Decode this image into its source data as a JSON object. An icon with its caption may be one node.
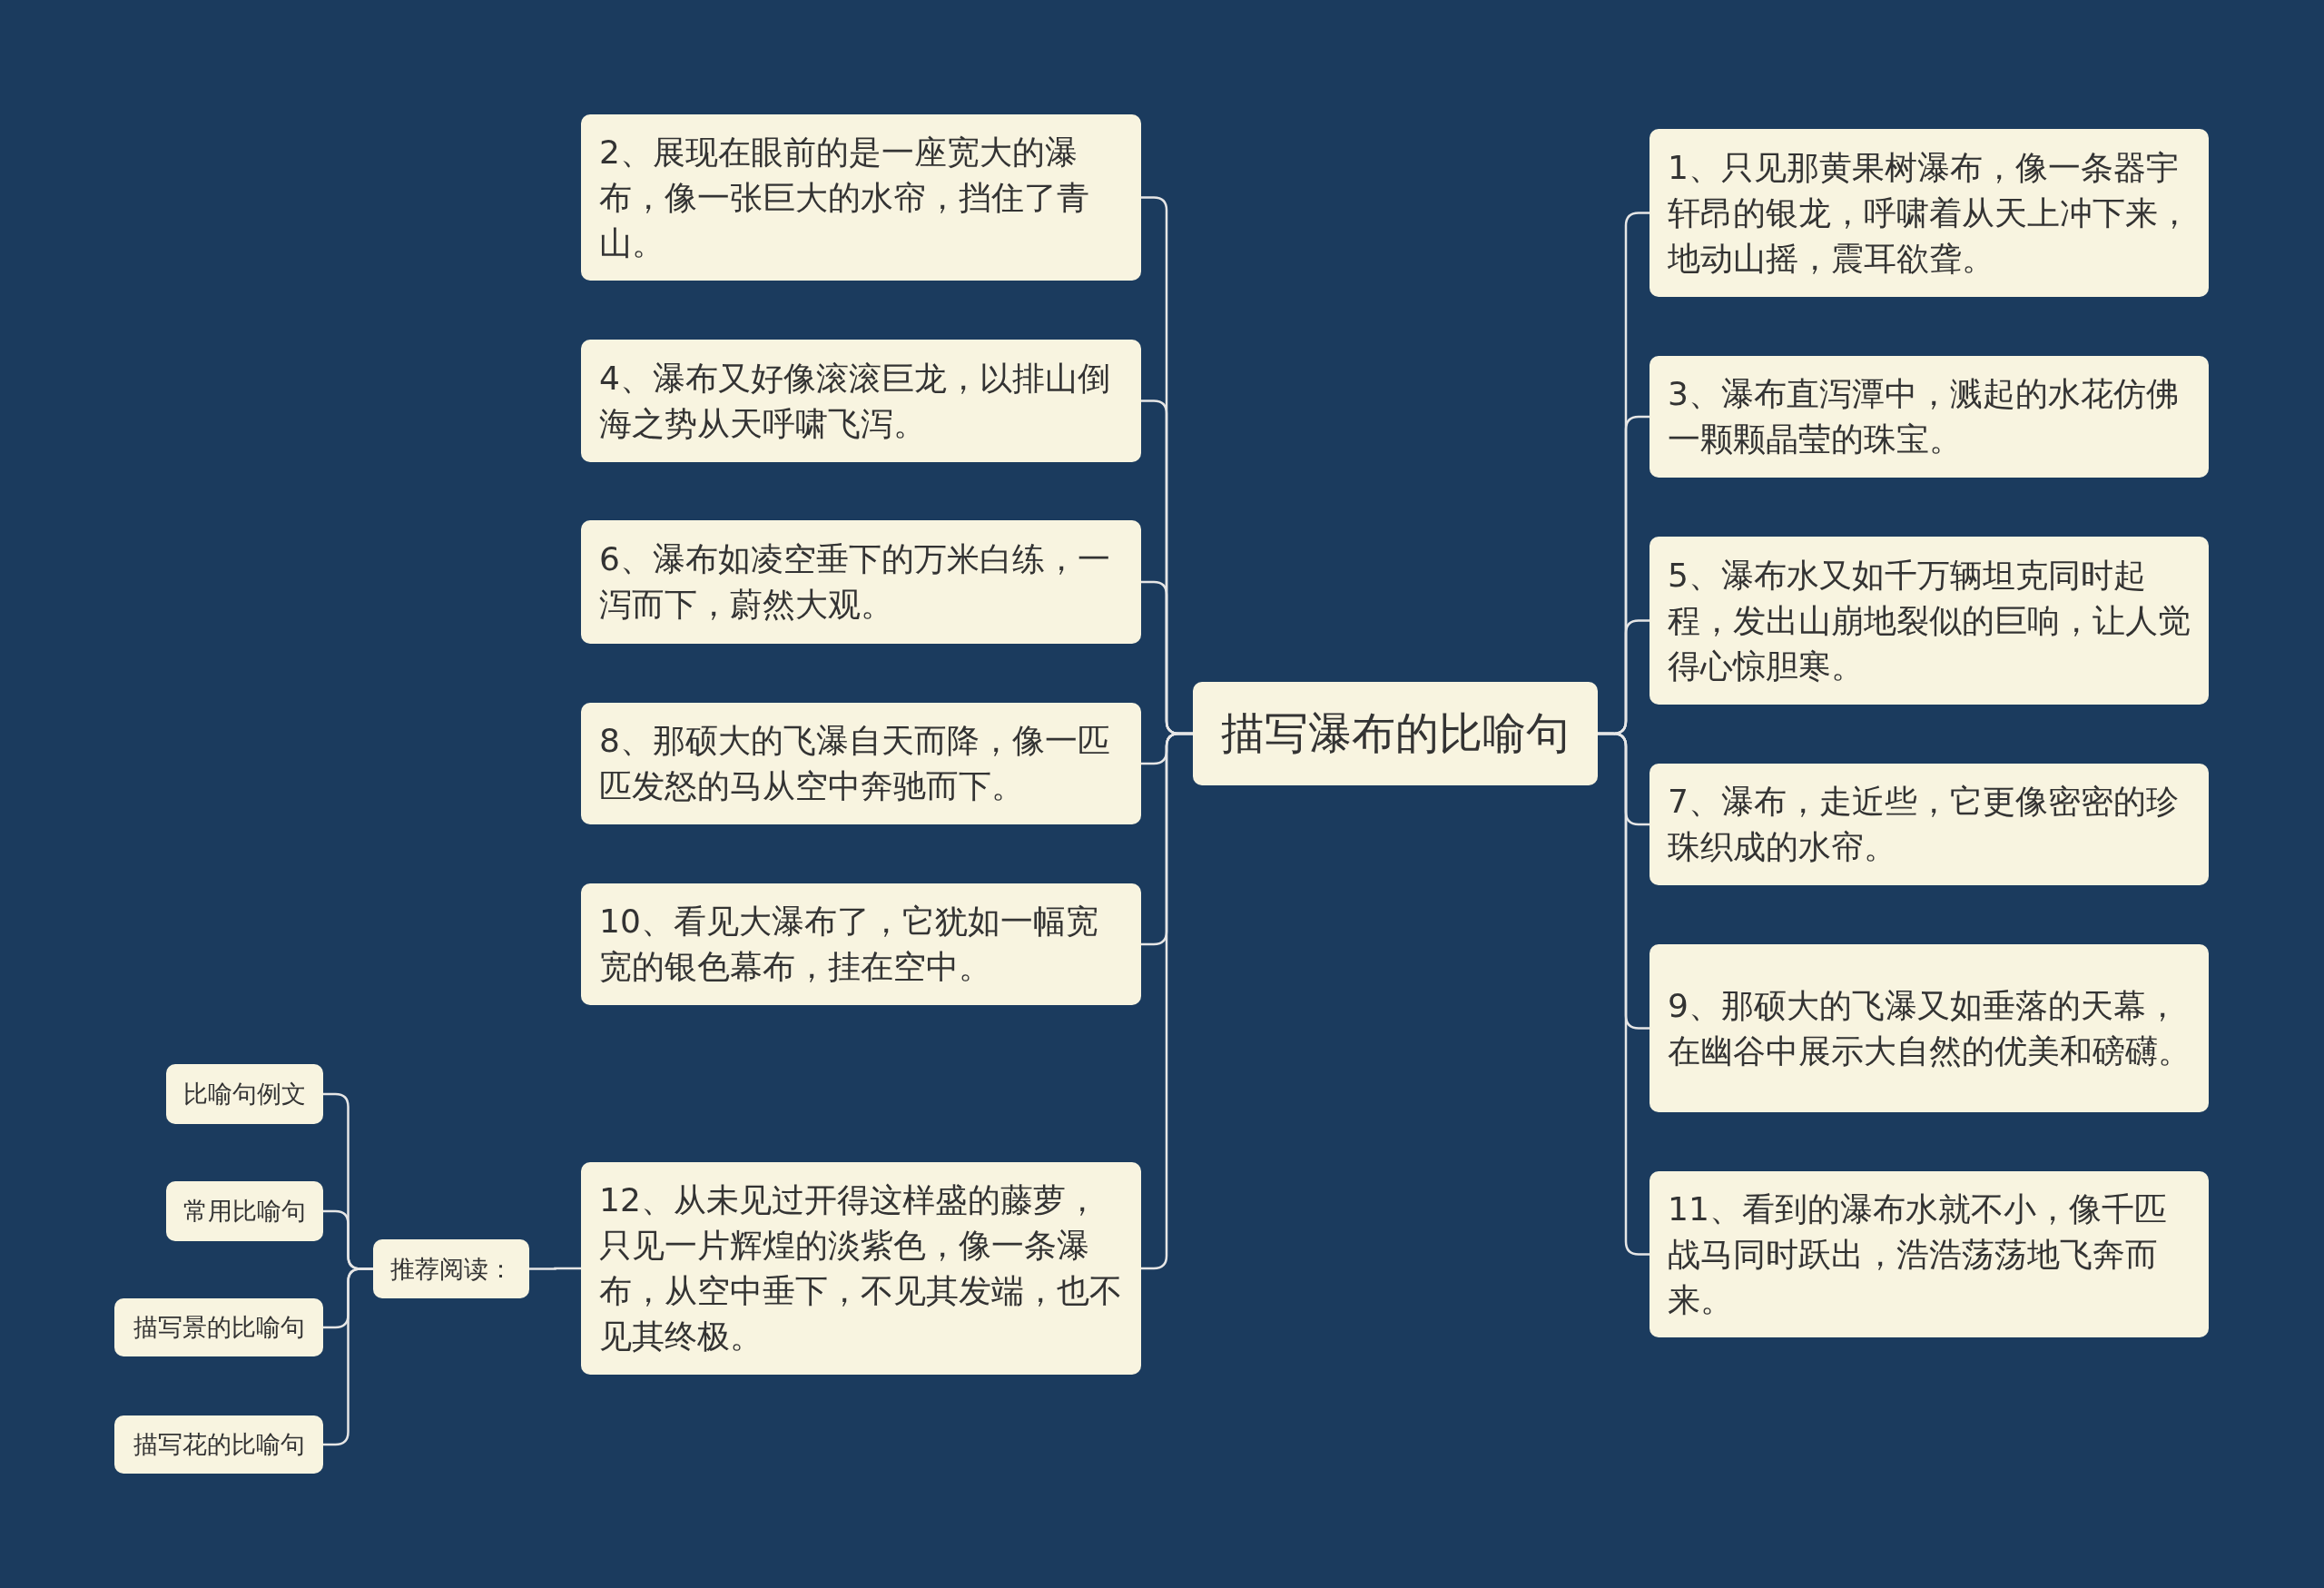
{
  "diagram": {
    "nodes": [
      {
        "text": [
          "描写瀑布的比喻句"
        ]
      },
      {
        "text": [
          "1、只见那黄果树瀑布，像一条器宇轩昂的银龙，呼啸着从天上冲下来，地动山摇，震耳欲聋。"
        ]
      },
      {
        "text": [
          "3、瀑布直泻潭中，溅起的水花仿佛一颗颗晶莹的珠宝。"
        ]
      },
      {
        "text": [
          "5、瀑布水又如千万辆坦克同时起程，发出山崩地裂似的巨响，让人觉得心惊胆寒。"
        ]
      },
      {
        "text": [
          "7、瀑布，走近些，它更像密密的珍珠织成的水帘。"
        ]
      },
      {
        "text": [
          "9、那硕大的飞瀑又如垂落的天幕，在幽谷中展示大自然的优美和磅礴。"
        ]
      },
      {
        "text": [
          "11、看到的瀑布水就不小，像千匹战马同时跃出，浩浩荡荡地飞奔而来。"
        ]
      },
      {
        "text": [
          "2、展现在眼前的是一座宽大的瀑布，像一张巨大的水帘，挡住了青山。"
        ]
      },
      {
        "text": [
          "4、瀑布又好像滚滚巨龙，以排山倒海之势从天呼啸飞泻。"
        ]
      },
      {
        "text": [
          "6、瀑布如凌空垂下的万米白练，一泻而下，蔚然大观。"
        ]
      },
      {
        "text": [
          "8、那硕大的飞瀑自天而降，像一匹匹发怒的马从空中奔驰而下。"
        ]
      },
      {
        "text": [
          "10、看见大瀑布了，它犹如一幅宽宽的银色幕布，挂在空中。"
        ]
      },
      {
        "text": [
          "12、从未见过开得这样盛的藤萝，只见一片辉煌的淡紫色，像一条瀑布，从空中垂下，不见其发端，也不见其终极。"
        ]
      },
      {
        "text": [
          "推荐阅读："
        ]
      },
      {
        "text": [
          "比喻句例文"
        ]
      },
      {
        "text": [
          "常用比喻句"
        ]
      },
      {
        "text": [
          "描写景的比喻句"
        ]
      },
      {
        "text": [
          "描写花的比喻句"
        ]
      }
    ],
    "edges": [
      {
        "from": 0,
        "to": 1,
        "arrow": "none"
      },
      {
        "from": 0,
        "to": 2,
        "arrow": "none"
      },
      {
        "from": 0,
        "to": 3,
        "arrow": "none"
      },
      {
        "from": 0,
        "to": 4,
        "arrow": "none"
      },
      {
        "from": 0,
        "to": 5,
        "arrow": "none"
      },
      {
        "from": 0,
        "to": 6,
        "arrow": "none"
      },
      {
        "from": 0,
        "to": 7,
        "arrow": "none"
      },
      {
        "from": 0,
        "to": 8,
        "arrow": "none"
      },
      {
        "from": 0,
        "to": 9,
        "arrow": "none"
      },
      {
        "from": 0,
        "to": 10,
        "arrow": "none"
      },
      {
        "from": 0,
        "to": 11,
        "arrow": "none"
      },
      {
        "from": 0,
        "to": 12,
        "arrow": "none"
      },
      {
        "from": 12,
        "to": 13,
        "arrow": "none"
      },
      {
        "from": 13,
        "to": 14,
        "arrow": "none"
      },
      {
        "from": 13,
        "to": 15,
        "arrow": "none"
      },
      {
        "from": 13,
        "to": 16,
        "arrow": "none"
      },
      {
        "from": 13,
        "to": 17,
        "arrow": "none"
      }
    ]
  }
}
